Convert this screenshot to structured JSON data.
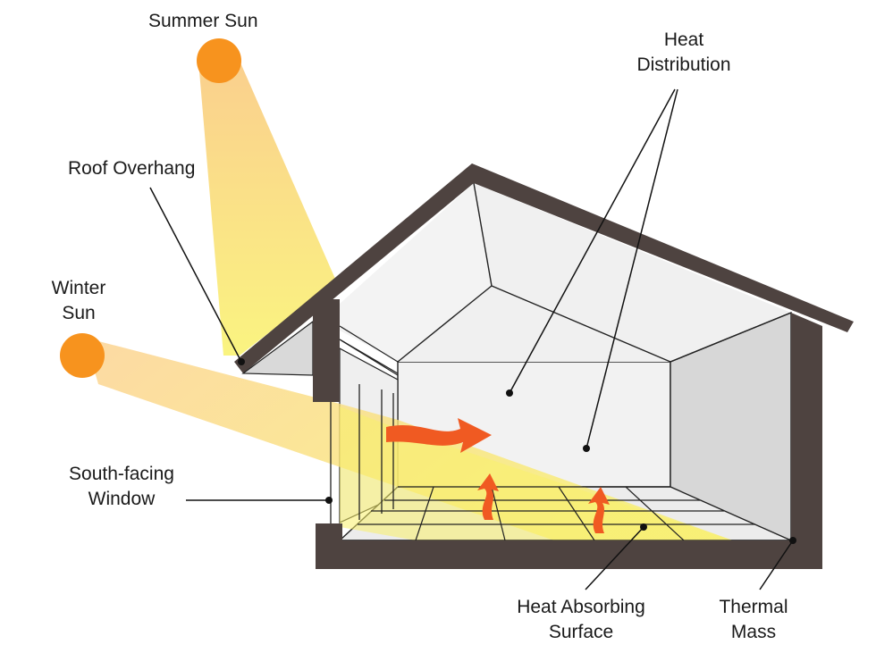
{
  "labels": {
    "summer_sun": "Summer Sun",
    "roof_overhang": "Roof Overhang",
    "winter_sun_line1": "Winter",
    "winter_sun_line2": "Sun",
    "heat_distribution_line1": "Heat",
    "heat_distribution_line2": "Distribution",
    "south_facing_window_line1": "South-facing",
    "south_facing_window_line2": "Window",
    "heat_absorbing_surface_line1": "Heat Absorbing",
    "heat_absorbing_surface_line2": "Surface",
    "thermal_mass_line1": "Thermal",
    "thermal_mass_line2": "Mass"
  },
  "colors": {
    "sun": "#f7931e",
    "sun_ray": "#f9e46a",
    "walls": "#4e4340",
    "interior": "#f2f2f2",
    "side_wall": "#d9d9d9",
    "heat_arrow": "#f05a22"
  }
}
